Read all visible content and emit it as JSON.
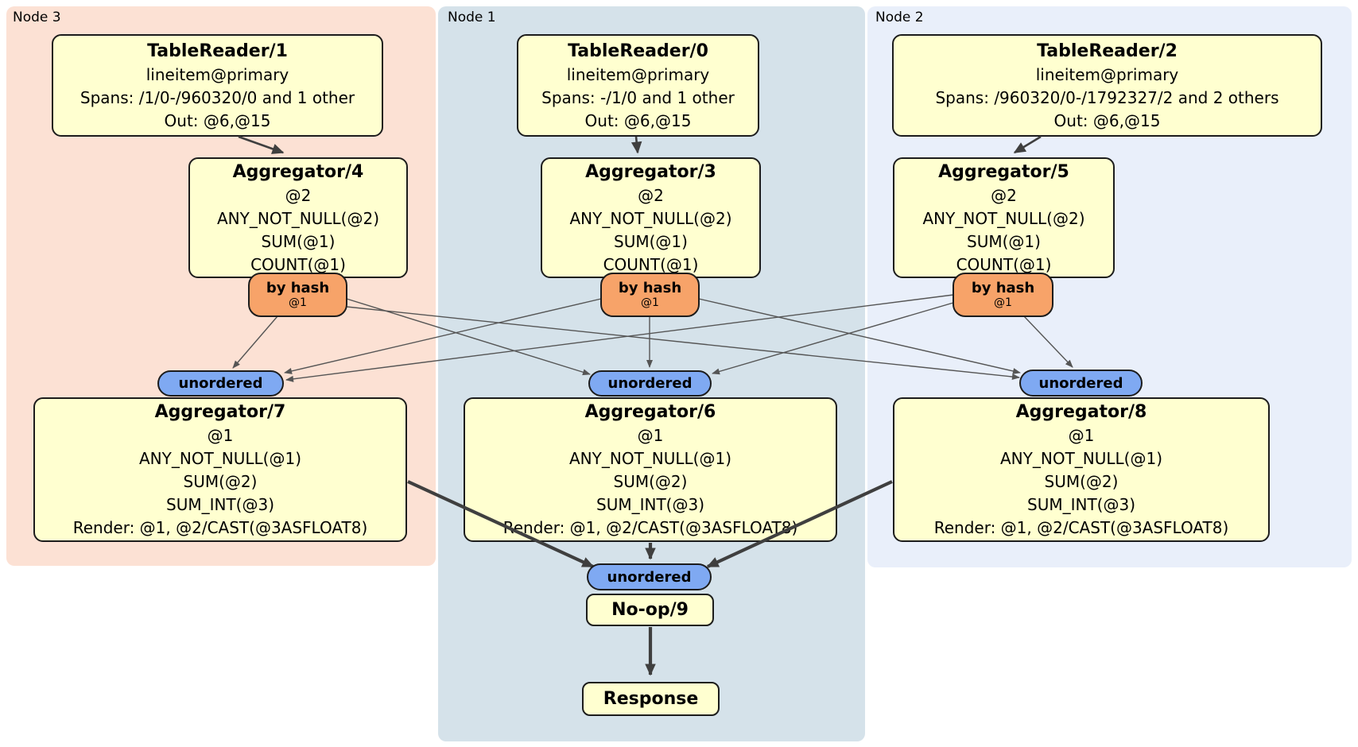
{
  "regions": {
    "node3": {
      "label": "Node 3"
    },
    "node1": {
      "label": "Node 1"
    },
    "node2": {
      "label": "Node 2"
    }
  },
  "nodes": {
    "tr1": {
      "title": "TableReader/1",
      "lines": [
        "lineitem@primary",
        "Spans: /1/0-/960320/0 and 1 other",
        "Out: @6,@15"
      ]
    },
    "tr0": {
      "title": "TableReader/0",
      "lines": [
        "lineitem@primary",
        "Spans: -/1/0 and 1 other",
        "Out: @6,@15"
      ]
    },
    "tr2": {
      "title": "TableReader/2",
      "lines": [
        "lineitem@primary",
        "Spans: /960320/0-/1792327/2 and 2 others",
        "Out: @6,@15"
      ]
    },
    "agg4": {
      "title": "Aggregator/4",
      "lines": [
        "@2",
        "ANY_NOT_NULL(@2)",
        "SUM(@1)",
        "COUNT(@1)"
      ]
    },
    "agg3": {
      "title": "Aggregator/3",
      "lines": [
        "@2",
        "ANY_NOT_NULL(@2)",
        "SUM(@1)",
        "COUNT(@1)"
      ]
    },
    "agg5": {
      "title": "Aggregator/5",
      "lines": [
        "@2",
        "ANY_NOT_NULL(@2)",
        "SUM(@1)",
        "COUNT(@1)"
      ]
    },
    "agg7": {
      "title": "Aggregator/7",
      "lines": [
        "@1",
        "ANY_NOT_NULL(@1)",
        "SUM(@2)",
        "SUM_INT(@3)",
        "Render: @1, @2/CAST(@3ASFLOAT8)"
      ]
    },
    "agg6": {
      "title": "Aggregator/6",
      "lines": [
        "@1",
        "ANY_NOT_NULL(@1)",
        "SUM(@2)",
        "SUM_INT(@3)",
        "Render: @1, @2/CAST(@3ASFLOAT8)"
      ]
    },
    "agg8": {
      "title": "Aggregator/8",
      "lines": [
        "@1",
        "ANY_NOT_NULL(@1)",
        "SUM(@2)",
        "SUM_INT(@3)",
        "Render: @1, @2/CAST(@3ASFLOAT8)"
      ]
    },
    "noop": {
      "title": "No-op/9"
    },
    "response": {
      "title": "Response"
    }
  },
  "router": {
    "label": "by hash",
    "sub": "@1"
  },
  "stream": {
    "unordered": "unordered"
  },
  "colors": {
    "node3_bg": "#fce1d4",
    "node1_bg": "#d5e2ea",
    "node2_bg": "#e9effa",
    "box_fill": "#ffffd0",
    "box_border": "#1c1c1c",
    "router_fill": "#f7a369",
    "sync_fill": "#7fa9f2",
    "edge_thin": "#555555",
    "edge_thick": "#3f3f3f"
  }
}
